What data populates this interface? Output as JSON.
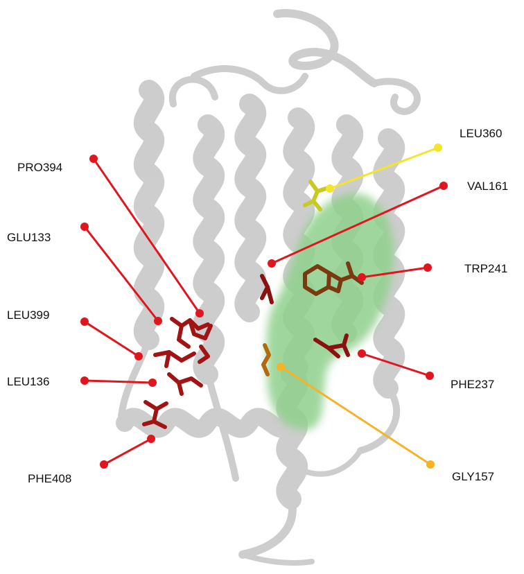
{
  "labels": {
    "leu360": "LEU360",
    "val161": "VAL161",
    "trp241": "TRP241",
    "phe237": "PHE237",
    "gly157": "GLY157",
    "pro394": "PRO394",
    "glu133": "GLU133",
    "leu399": "LEU399",
    "leu136": "LEU136",
    "phe408": "PHE408"
  },
  "colors": {
    "red": "#e0161e",
    "yellow": "#f2e52b",
    "orange": "#f5b325",
    "pocket": "#8fd08c",
    "helix": "#b8b8b8",
    "residue_dark": "#8a1111",
    "residue_brown": "#7a3a10",
    "residue_yellow": "#c9c926",
    "residue_orange": "#b06a10"
  }
}
